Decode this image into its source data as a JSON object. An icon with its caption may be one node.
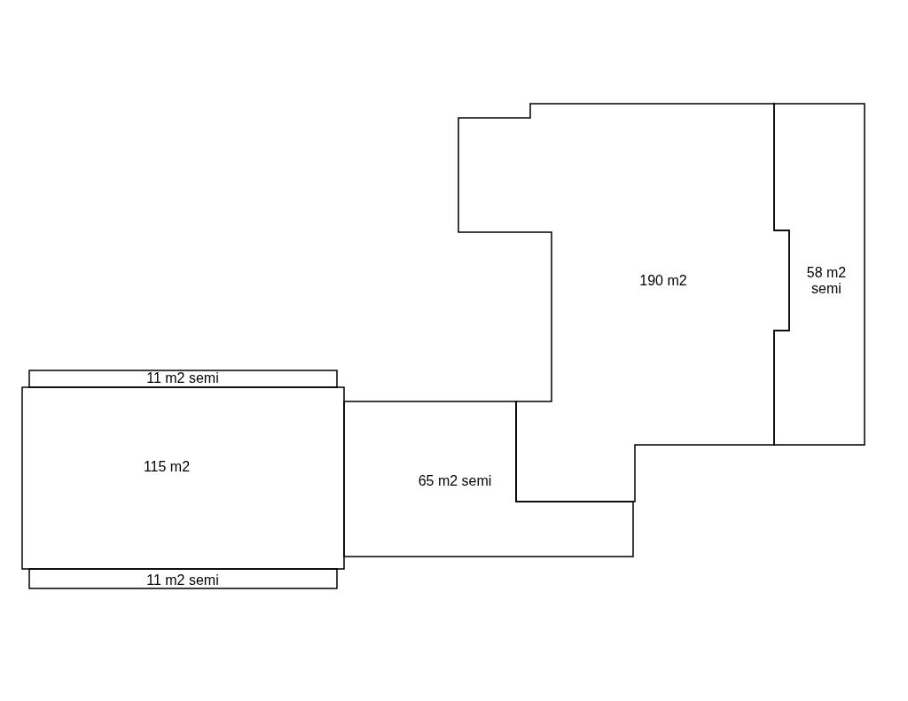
{
  "diagram": {
    "nodes": [
      {
        "text": [
          "190 m2"
        ]
      },
      {
        "text": [
          "58 m2 semi"
        ]
      },
      {
        "text": [
          "11 m2 semi"
        ]
      },
      {
        "text": [
          "115 m2"
        ]
      },
      {
        "text": [
          "65 m2 semi"
        ]
      },
      {
        "text": [
          "11 m2 semi"
        ]
      }
    ]
  }
}
